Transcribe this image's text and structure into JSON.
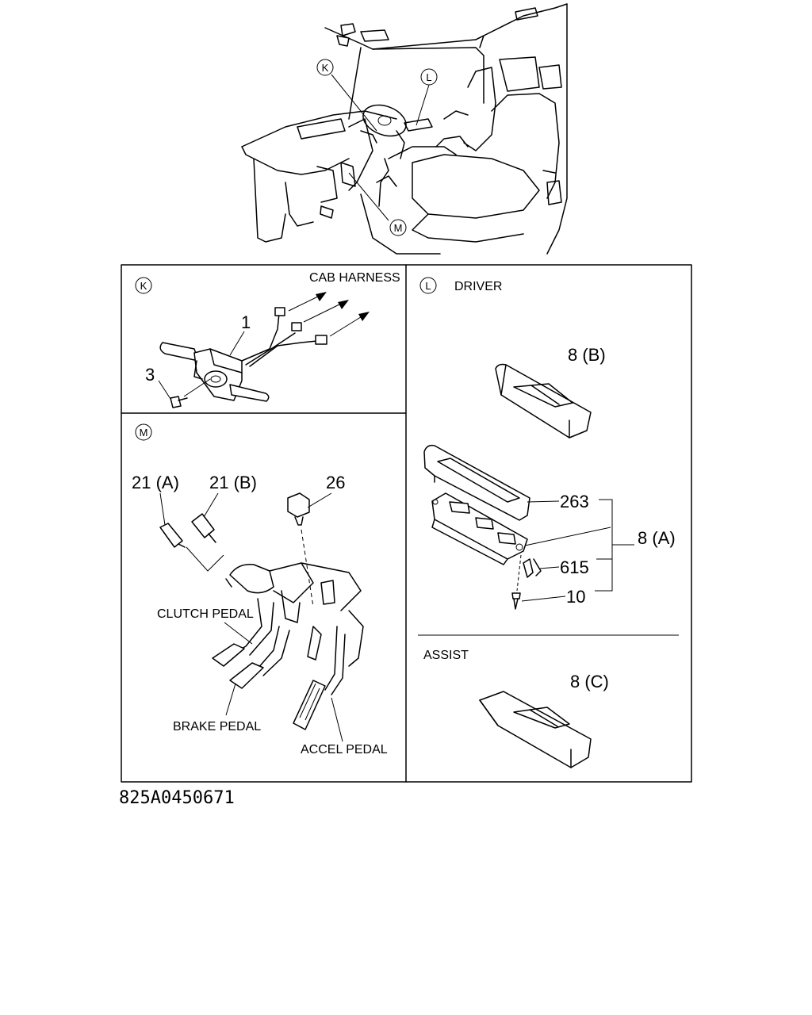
{
  "callouts": {
    "k": "K",
    "l": "L",
    "m": "M"
  },
  "panel_k": {
    "title": "CAB HARNESS",
    "part_1": "1",
    "part_3": "3"
  },
  "panel_l": {
    "title": "DRIVER",
    "part_8b": "8 (B)",
    "part_263": "263",
    "part_8a": "8 (A)",
    "part_615": "615",
    "part_10": "10",
    "assist_title": "ASSIST",
    "part_8c": "8 (C)"
  },
  "panel_m": {
    "part_21a": "21 (A)",
    "part_21b": "21 (B)",
    "part_26": "26",
    "clutch": "CLUTCH PEDAL",
    "brake": "BRAKE PEDAL",
    "accel": "ACCEL PEDAL"
  },
  "figure_code": "825A0450671"
}
